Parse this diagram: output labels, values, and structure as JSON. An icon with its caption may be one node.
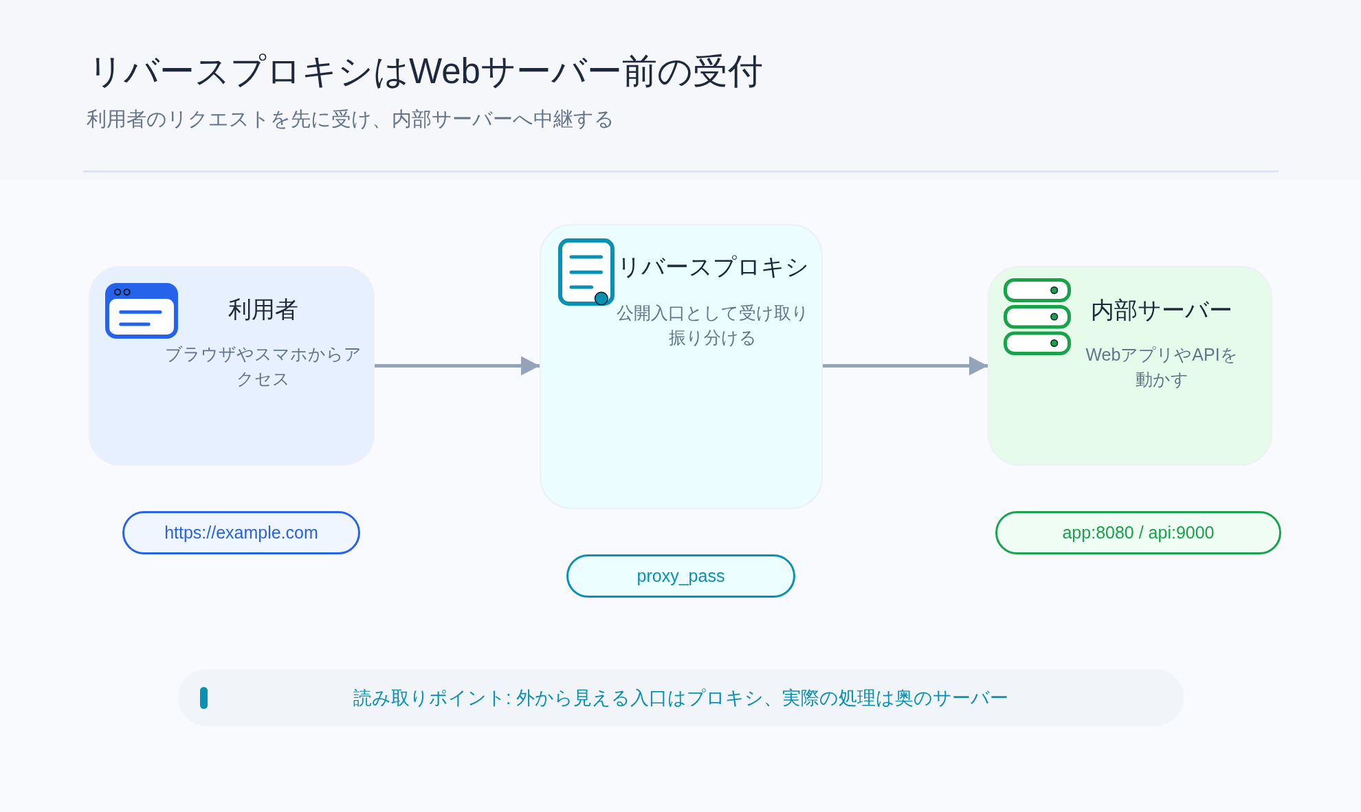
{
  "diagram": {
    "title": "リバースプロキシはWebサーバー前の受付",
    "nodes": [
      {
        "text": [
          "利用者",
          "ブラウザやスマホからアクセス"
        ]
      },
      {
        "text": [
          "リバースプロキシ",
          "公開入口として受け取り振り分ける"
        ]
      },
      {
        "text": [
          "内部サーバー",
          "WebアプリやAPIを動かす"
        ]
      },
      {
        "text": [
          "https://example.com"
        ]
      },
      {
        "text": [
          "proxy_pass"
        ]
      },
      {
        "text": [
          "app:8080 / api:9000"
        ]
      },
      {
        "text": [
          "読み取りポイント: 外から見える入口はプロキシ、実際の処理は奥のサーバー"
        ]
      }
    ],
    "edges": [
      {
        "from": 0,
        "to": 1,
        "arrow": "to"
      },
      {
        "from": 1,
        "to": 2,
        "arrow": "to"
      }
    ],
    "labels": [
      "利用者のリクエストを先に受け、内部サーバーへ中継する"
    ]
  }
}
